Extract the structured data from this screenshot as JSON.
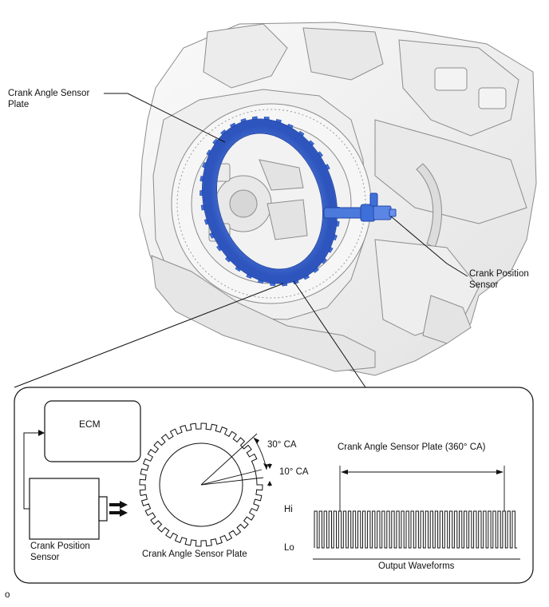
{
  "callouts": {
    "plate_line1": "Crank Angle Sensor",
    "plate_line2": "Plate",
    "sensor_line1": "Crank Position",
    "sensor_line2": "Sensor"
  },
  "detail": {
    "ecm_label": "ECM",
    "sensor_line1": "Crank Position",
    "sensor_line2": "Sensor",
    "plate_label": "Crank Angle Sensor Plate",
    "angle_30": "30° CA",
    "angle_10": "10° CA",
    "waveform_title": "Crank Angle Sensor Plate (360° CA)",
    "hi_label": "Hi",
    "lo_label": "Lo",
    "waveform_caption": "Output Waveforms"
  },
  "figure_id": "o",
  "colors": {
    "ring_blue": "#3f6fd8",
    "ring_blue_dark": "#2347a8",
    "line": "#111111",
    "engine_fill": "#f1f1f1",
    "engine_stroke": "#8c8c8c"
  }
}
